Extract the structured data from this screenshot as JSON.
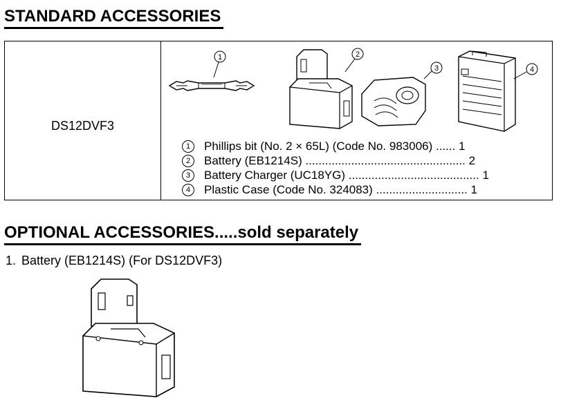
{
  "standard": {
    "heading": "STANDARD ACCESSORIES",
    "model": "DS12DVF3",
    "callouts": [
      "1",
      "2",
      "3",
      "4"
    ],
    "items": [
      {
        "num": "1",
        "text": "Phillips bit (No. 2 × 65L) (Code No. 983006) ...... 1"
      },
      {
        "num": "2",
        "text": "Battery (EB1214S) ................................................. 2"
      },
      {
        "num": "3",
        "text": "Battery Charger (UC18YG) ........................................ 1"
      },
      {
        "num": "4",
        "text": "Plastic Case (Code No. 324083) ............................ 1"
      }
    ]
  },
  "optional": {
    "heading": "OPTIONAL ACCESSORIES.....sold separately",
    "items": [
      {
        "num": "1.",
        "text": "Battery (EB1214S) (For DS12DVF3)"
      }
    ]
  }
}
